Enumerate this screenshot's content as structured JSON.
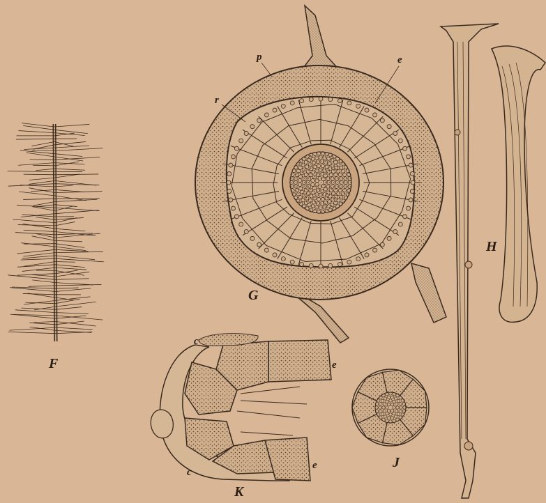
{
  "figure": {
    "background": "#d9b796",
    "ink": "#3a2a1e",
    "labels": {
      "F": "F",
      "G": "G",
      "H": "H",
      "J": "J",
      "K": "K",
      "p": "p",
      "e_g": "e",
      "r": "r",
      "c_top": "c",
      "c_bottom": "c",
      "e_k_top": "e",
      "e_k_bottom": "e"
    }
  }
}
